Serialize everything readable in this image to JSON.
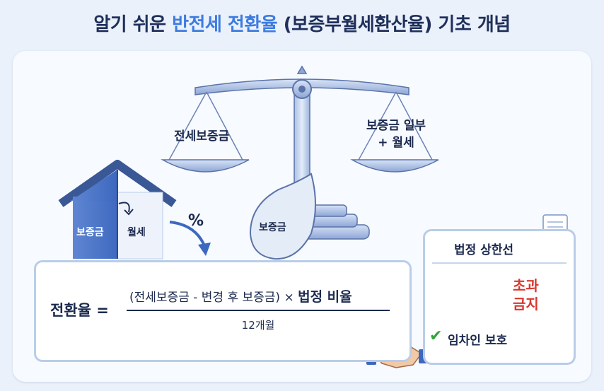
{
  "title": {
    "prefix": "알기 쉬운 ",
    "highlight": "반전세 전환율",
    "suffix": " (보증부월세환산율) 기초 개념"
  },
  "scale": {
    "left_label": "전세보증금",
    "right_label_line1": "보증금 일부",
    "right_label_line2": "+ 월세",
    "base_label": "보증금"
  },
  "house": {
    "left_label": "보증금",
    "right_label": "월세",
    "percent_symbol": "%"
  },
  "formula": {
    "lhs": "전환율 =",
    "numerator_paren": "(전세보증금 - 변경 후 보증금) ×",
    "numerator_bold": "법정 비율",
    "denominator": "12개월"
  },
  "legal_limit": {
    "title": "법정 상한선",
    "ban_line1": "초과",
    "ban_line2": "금지",
    "protect": "임차인 보호"
  },
  "colors": {
    "accent": "#3d7be0",
    "title": "#1f2f5a",
    "danger": "#d8382e",
    "ok": "#33a33a",
    "metal": "#8ea6d6"
  }
}
